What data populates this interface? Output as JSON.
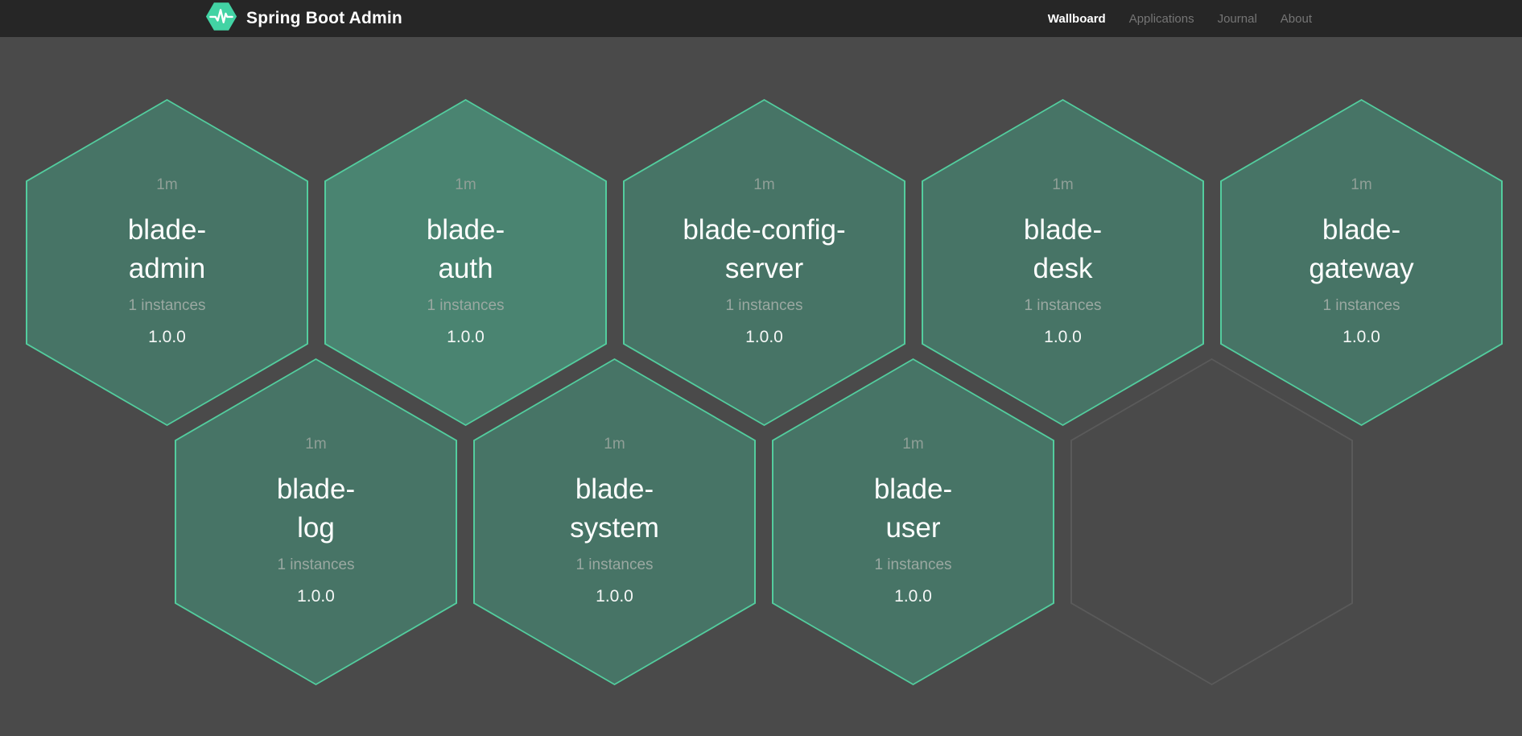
{
  "navbar": {
    "brand": "Spring Boot Admin",
    "logo_icon": "pulse-hexagon-icon",
    "links": [
      {
        "label": "Wallboard",
        "active": true
      },
      {
        "label": "Applications",
        "active": false
      },
      {
        "label": "Journal",
        "active": false
      },
      {
        "label": "About",
        "active": false
      }
    ]
  },
  "wallboard": {
    "hexagons": [
      {
        "name": "blade-admin",
        "name_lines": [
          "blade-",
          "admin"
        ],
        "uptime": "1m",
        "instances": "1 instances",
        "version": "1.0.0",
        "status": "up"
      },
      {
        "name": "blade-auth",
        "name_lines": [
          "blade-",
          "auth"
        ],
        "uptime": "1m",
        "instances": "1 instances",
        "version": "1.0.0",
        "status": "up"
      },
      {
        "name": "blade-config-server",
        "name_lines": [
          "blade-config-",
          "server"
        ],
        "uptime": "1m",
        "instances": "1 instances",
        "version": "1.0.0",
        "status": "up"
      },
      {
        "name": "blade-desk",
        "name_lines": [
          "blade-",
          "desk"
        ],
        "uptime": "1m",
        "instances": "1 instances",
        "version": "1.0.0",
        "status": "up"
      },
      {
        "name": "blade-gateway",
        "name_lines": [
          "blade-",
          "gateway"
        ],
        "uptime": "1m",
        "instances": "1 instances",
        "version": "1.0.0",
        "status": "up"
      },
      {
        "name": "blade-log",
        "name_lines": [
          "blade-",
          "log"
        ],
        "uptime": "1m",
        "instances": "1 instances",
        "version": "1.0.0",
        "status": "up"
      },
      {
        "name": "blade-system",
        "name_lines": [
          "blade-",
          "system"
        ],
        "uptime": "1m",
        "instances": "1 instances",
        "version": "1.0.0",
        "status": "up"
      },
      {
        "name": "blade-user",
        "name_lines": [
          "blade-",
          "user"
        ],
        "uptime": "1m",
        "instances": "1 instances",
        "version": "1.0.0",
        "status": "up"
      }
    ],
    "empty_slots": 1
  },
  "colors": {
    "background": "#4a4a4a",
    "navbar_bg": "#262626",
    "hex_fill": "#477466",
    "hex_fill_highlight": "#4a8471",
    "hex_border": "#53cd9e",
    "empty_hex_border": "#5a5a5a",
    "brand_green": "#42d3a4",
    "muted_text": "#9aa8a1",
    "inactive_link": "#757575"
  }
}
